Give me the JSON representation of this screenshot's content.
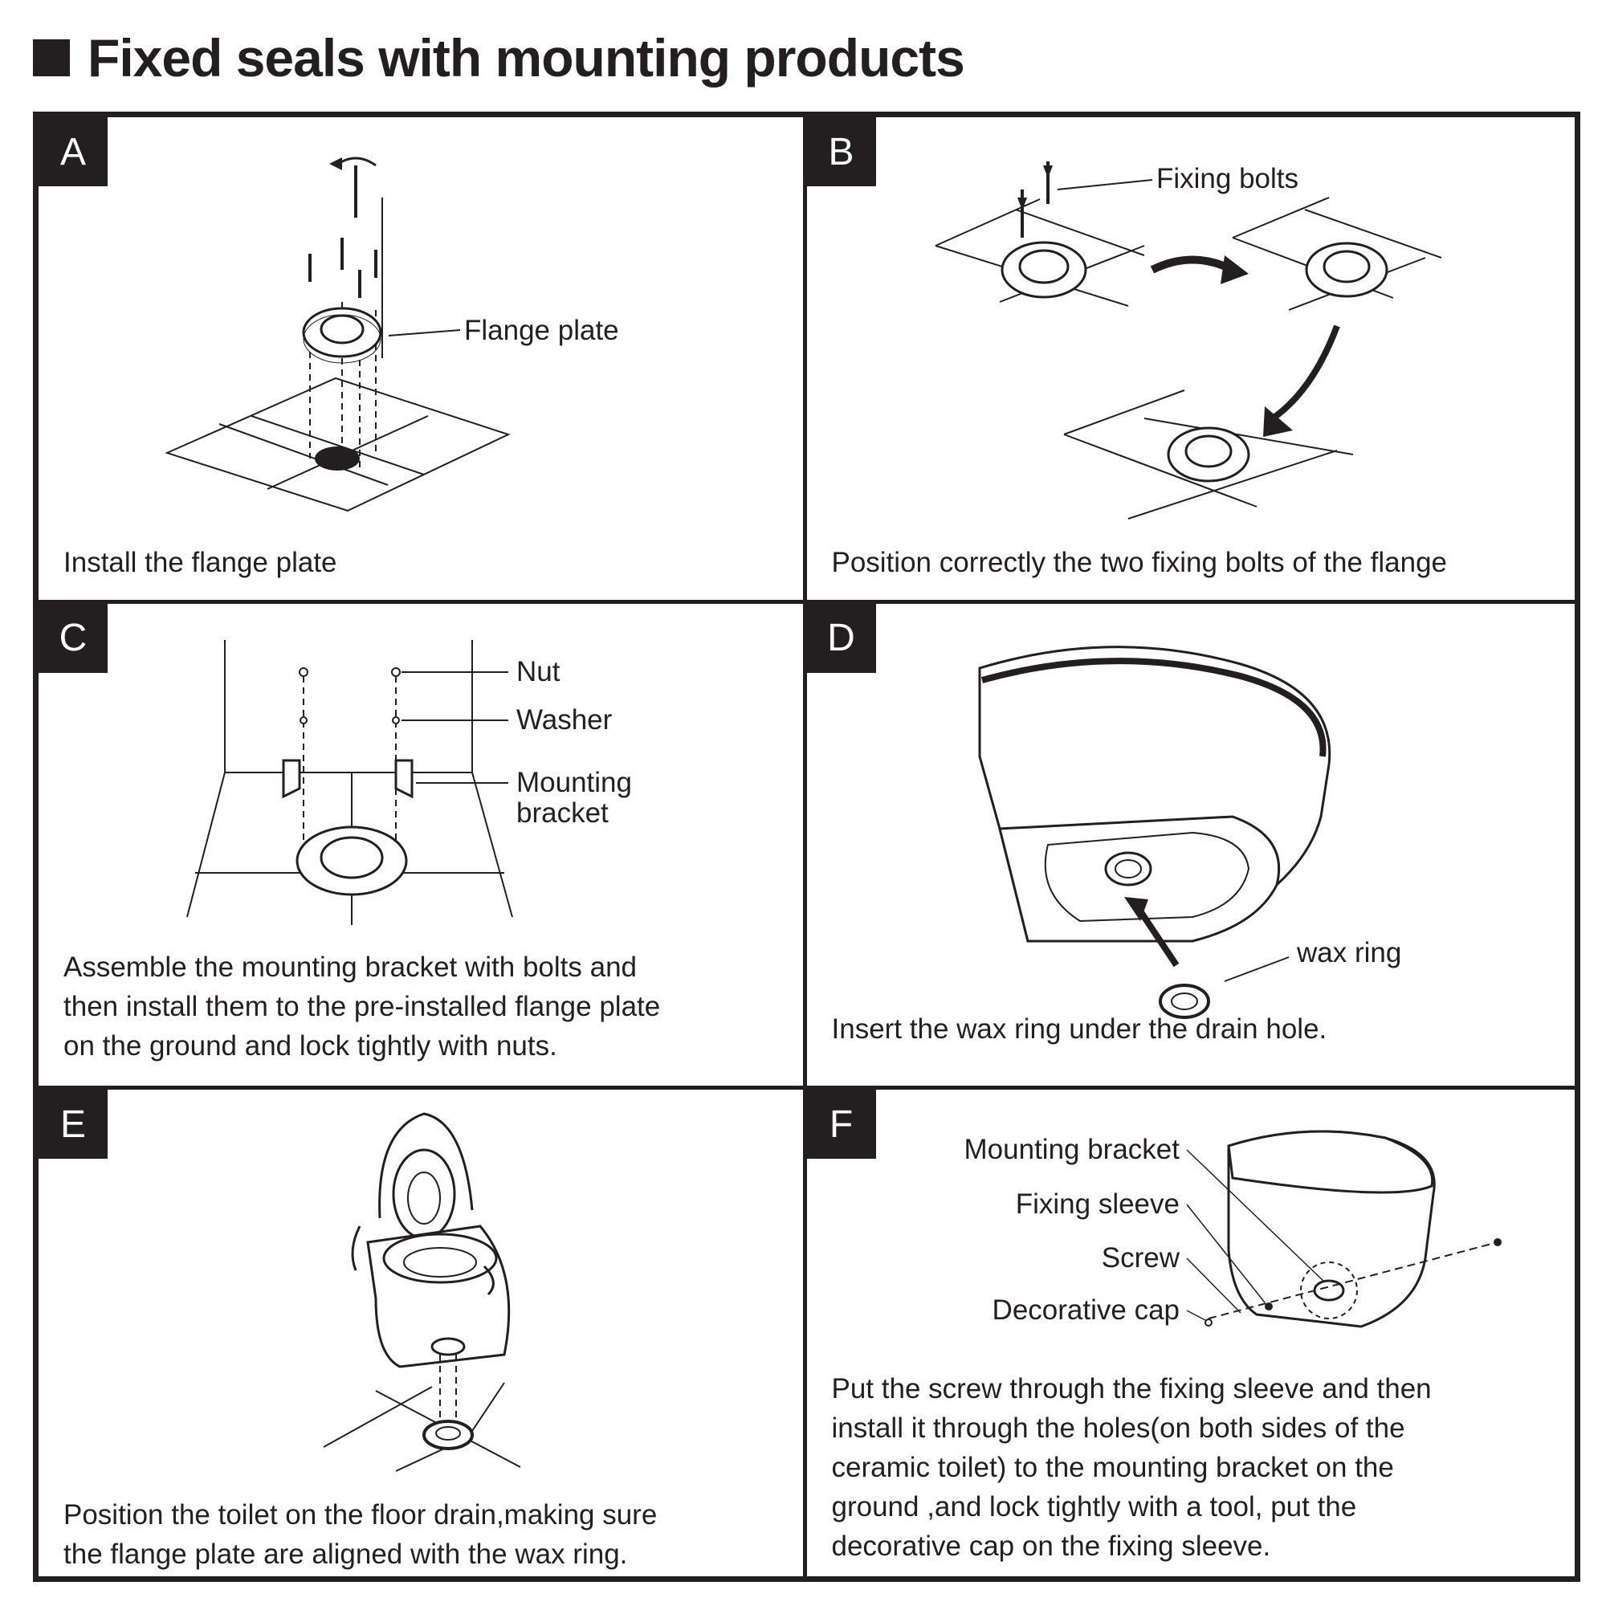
{
  "title": "Fixed seals with mounting products",
  "panels": {
    "a": {
      "letter": "A",
      "caption": "Install the flange plate",
      "labels": {
        "flange": "Flange plate"
      }
    },
    "b": {
      "letter": "B",
      "caption": "Position correctly the two fixing bolts of the flange",
      "labels": {
        "bolts": "Fixing bolts"
      }
    },
    "c": {
      "letter": "C",
      "caption_lines": [
        "Assemble the mounting bracket with bolts and",
        "then install them to the pre-installed flange plate",
        "on the ground and lock tightly with nuts."
      ],
      "labels": {
        "nut": "Nut",
        "washer": "Washer",
        "bracket_1": "Mounting",
        "bracket_2": "bracket"
      }
    },
    "d": {
      "letter": "D",
      "caption": "Insert the wax ring under the drain hole.",
      "labels": {
        "wax": "wax ring"
      }
    },
    "e": {
      "letter": "E",
      "caption_lines": [
        "Position the toilet on the floor drain,making sure",
        "the flange plate are aligned with the wax ring."
      ]
    },
    "f": {
      "letter": "F",
      "caption_lines": [
        "Put the screw through the fixing sleeve and then",
        "install it through the holes(on both sides of the",
        "ceramic toilet) to the mounting bracket on the",
        "ground ,and lock tightly with a tool, put the",
        "decorative cap on the fixing sleeve."
      ],
      "labels": {
        "bracket": "Mounting bracket",
        "sleeve": "Fixing sleeve",
        "screw": "Screw",
        "cap": "Decorative cap"
      }
    }
  }
}
